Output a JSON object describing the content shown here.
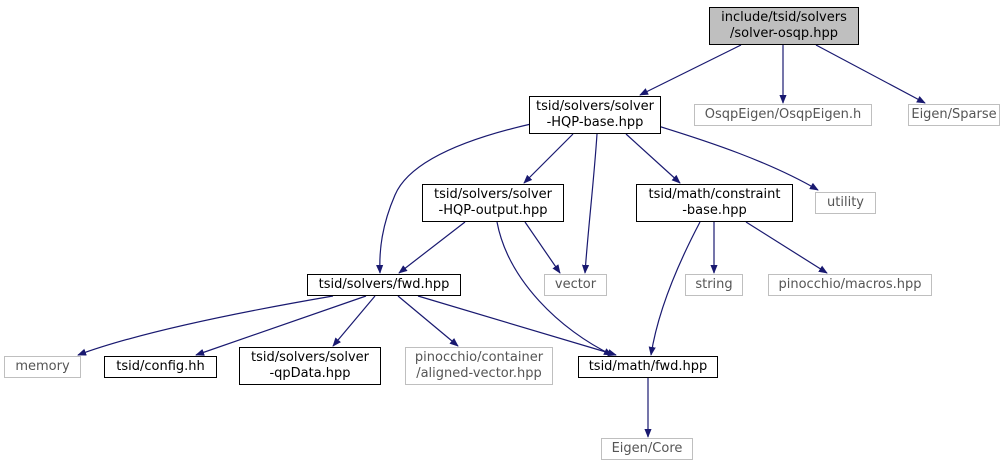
{
  "colors": {
    "edge": "#191970",
    "root_fill": "#bfbfbf",
    "node_border": "#000000",
    "external_border": "#bfbfbf",
    "external_text": "#555555"
  },
  "nodes": {
    "root": {
      "lines": [
        "include/tsid/solvers",
        "/solver-osqp.hpp"
      ],
      "kind": "root"
    },
    "hqp_base": {
      "lines": [
        "tsid/solvers/solver",
        "-HQP-base.hpp"
      ],
      "kind": "internal"
    },
    "osqp_eigen": {
      "lines": [
        "OsqpEigen/OsqpEigen.h"
      ],
      "kind": "external"
    },
    "eigen_sparse": {
      "lines": [
        "Eigen/Sparse"
      ],
      "kind": "external"
    },
    "hqp_output": {
      "lines": [
        "tsid/solvers/solver",
        "-HQP-output.hpp"
      ],
      "kind": "internal"
    },
    "constraint_base": {
      "lines": [
        "tsid/math/constraint",
        "-base.hpp"
      ],
      "kind": "internal"
    },
    "utility": {
      "lines": [
        "utility"
      ],
      "kind": "external"
    },
    "solvers_fwd": {
      "lines": [
        "tsid/solvers/fwd.hpp"
      ],
      "kind": "internal"
    },
    "vector": {
      "lines": [
        "vector"
      ],
      "kind": "external"
    },
    "string": {
      "lines": [
        "string"
      ],
      "kind": "external"
    },
    "pin_macros": {
      "lines": [
        "pinocchio/macros.hpp"
      ],
      "kind": "external"
    },
    "memory": {
      "lines": [
        "memory"
      ],
      "kind": "external"
    },
    "config": {
      "lines": [
        "tsid/config.hh"
      ],
      "kind": "internal"
    },
    "qpdata": {
      "lines": [
        "tsid/solvers/solver",
        "-qpData.hpp"
      ],
      "kind": "internal"
    },
    "aligned_vector": {
      "lines": [
        "pinocchio/container",
        "/aligned-vector.hpp"
      ],
      "kind": "external"
    },
    "math_fwd": {
      "lines": [
        "tsid/math/fwd.hpp"
      ],
      "kind": "internal"
    },
    "eigen_core": {
      "lines": [
        "Eigen/Core"
      ],
      "kind": "external"
    }
  },
  "edges": [
    [
      "root",
      "hqp_base"
    ],
    [
      "root",
      "osqp_eigen"
    ],
    [
      "root",
      "eigen_sparse"
    ],
    [
      "hqp_base",
      "solvers_fwd"
    ],
    [
      "hqp_base",
      "hqp_output"
    ],
    [
      "hqp_base",
      "vector"
    ],
    [
      "hqp_base",
      "constraint_base"
    ],
    [
      "hqp_base",
      "utility"
    ],
    [
      "hqp_output",
      "solvers_fwd"
    ],
    [
      "hqp_output",
      "vector"
    ],
    [
      "hqp_output",
      "math_fwd"
    ],
    [
      "constraint_base",
      "math_fwd"
    ],
    [
      "constraint_base",
      "string"
    ],
    [
      "constraint_base",
      "pin_macros"
    ],
    [
      "solvers_fwd",
      "memory"
    ],
    [
      "solvers_fwd",
      "config"
    ],
    [
      "solvers_fwd",
      "qpdata"
    ],
    [
      "solvers_fwd",
      "aligned_vector"
    ],
    [
      "solvers_fwd",
      "math_fwd"
    ],
    [
      "math_fwd",
      "eigen_core"
    ]
  ]
}
